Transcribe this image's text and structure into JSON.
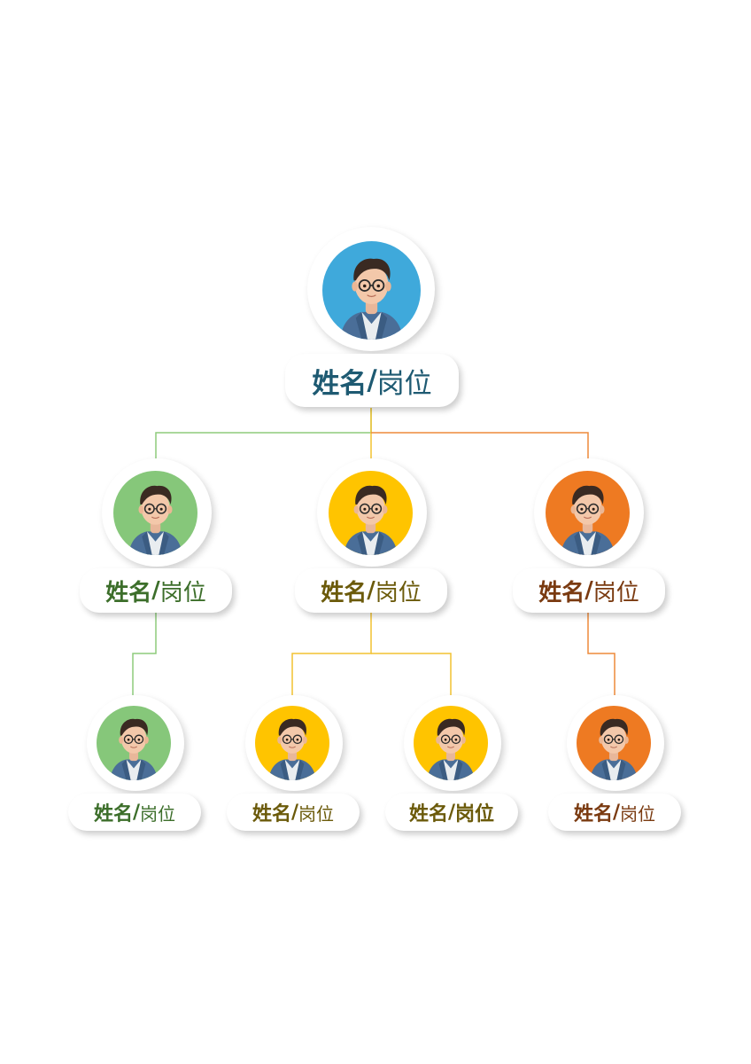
{
  "colors": {
    "blue": "#3FA9DB",
    "green": "#86C77A",
    "yellow": "#FFC400",
    "orange": "#EE7A22",
    "text_blue": "#1E5A72",
    "text_green": "#3C6E2A",
    "text_yellow": "#6B5A0A",
    "text_orange": "#7A3A10",
    "line_green": "#8DCB7C",
    "line_yellow": "#F2C230",
    "line_orange": "#EE8A3A"
  },
  "nodes": {
    "root": {
      "name": "姓名",
      "slash": "/",
      "post": "岗位",
      "color": "blue"
    },
    "l2_left": {
      "name": "姓名",
      "slash": "/",
      "post": "岗位",
      "color": "green"
    },
    "l2_mid": {
      "name": "姓名",
      "slash": "/",
      "post": "岗位",
      "color": "yellow"
    },
    "l2_right": {
      "name": "姓名",
      "slash": "/",
      "post": "岗位",
      "color": "orange"
    },
    "l3_1": {
      "name": "姓名",
      "slash": "/",
      "post": "岗位",
      "color": "green"
    },
    "l3_2": {
      "name": "姓名",
      "slash": "/",
      "post": "岗位",
      "color": "yellow"
    },
    "l3_3": {
      "name": "姓名",
      "slash": "/",
      "post": "岗位",
      "color": "yellow"
    },
    "l3_4": {
      "name": "姓名",
      "slash": "/",
      "post": "岗位",
      "color": "orange"
    }
  }
}
